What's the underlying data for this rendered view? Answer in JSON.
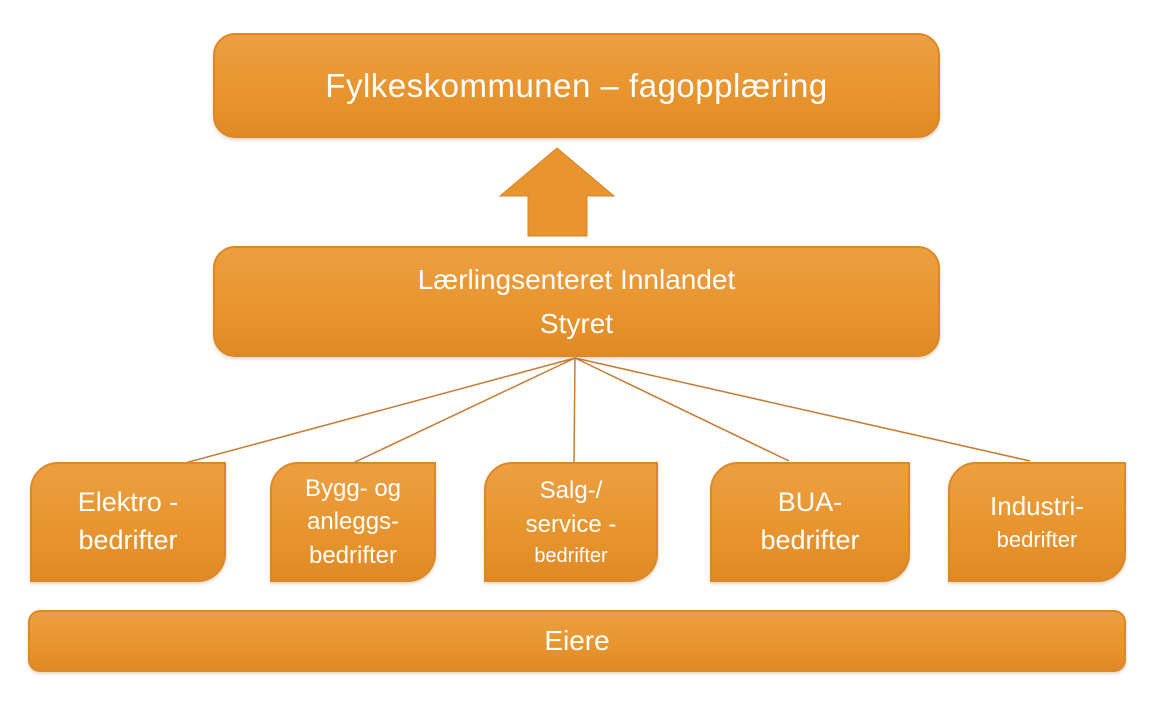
{
  "diagram": {
    "colors": {
      "background": "#FFFFFF",
      "box_fill": "#E8952F",
      "box_fill_light": "#ED9F41",
      "box_fill_dark": "#E08A26",
      "box_border": "#DC8826",
      "connector": "#C97B35",
      "text": "#FFFFFF"
    },
    "icons": {
      "up_arrow": "block-arrow-up"
    },
    "fylkeskommunen_box": {
      "label": "Fylkeskommunen – fagopplæring"
    },
    "styret_box": {
      "line1": "Lærlingsenteret Innlandet",
      "line2": "Styret"
    },
    "company_boxes": [
      {
        "line1": "Elektro -",
        "line2": "bedrifter"
      },
      {
        "line1": "Bygg- og",
        "line2": "anleggs-",
        "line3": "bedrifter"
      },
      {
        "line1": "Salg-/",
        "line2": "service -",
        "line3": "bedrifter"
      },
      {
        "line1": "BUA-",
        "line2": "bedrifter"
      },
      {
        "line1": "Industri-",
        "line2": "bedrifter"
      }
    ],
    "eiere_box": {
      "label": "Eiere"
    }
  }
}
